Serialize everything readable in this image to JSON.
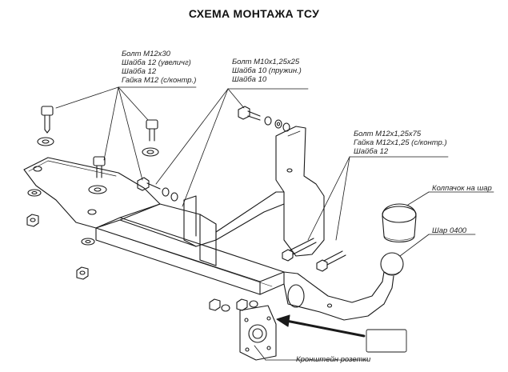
{
  "title": "СХЕМА МОНТАЖА ТСУ",
  "labels": {
    "bolt_m12x30_group": [
      "Болт М12х30",
      "Шайба 12 (увеличг)",
      "Шайба 12",
      "Гайка М12 (с/контр.)"
    ],
    "bolt_m10_group": [
      "Болт М10х1,25х25",
      "Шайба 10 (пружин.)",
      "Шайба 10"
    ],
    "bolt_m12x125_group": [
      "Болт М12х1,25х75",
      "Гайка М12х1,25 (с/контр.)",
      "Шайба 12"
    ],
    "ball_cap": "Колпачок на шар",
    "ball": "Шар 0400",
    "socket_bracket": "Кронштейн розетки"
  },
  "colors": {
    "line": "#1a1a1a",
    "text": "#222222",
    "background": "#ffffff"
  }
}
